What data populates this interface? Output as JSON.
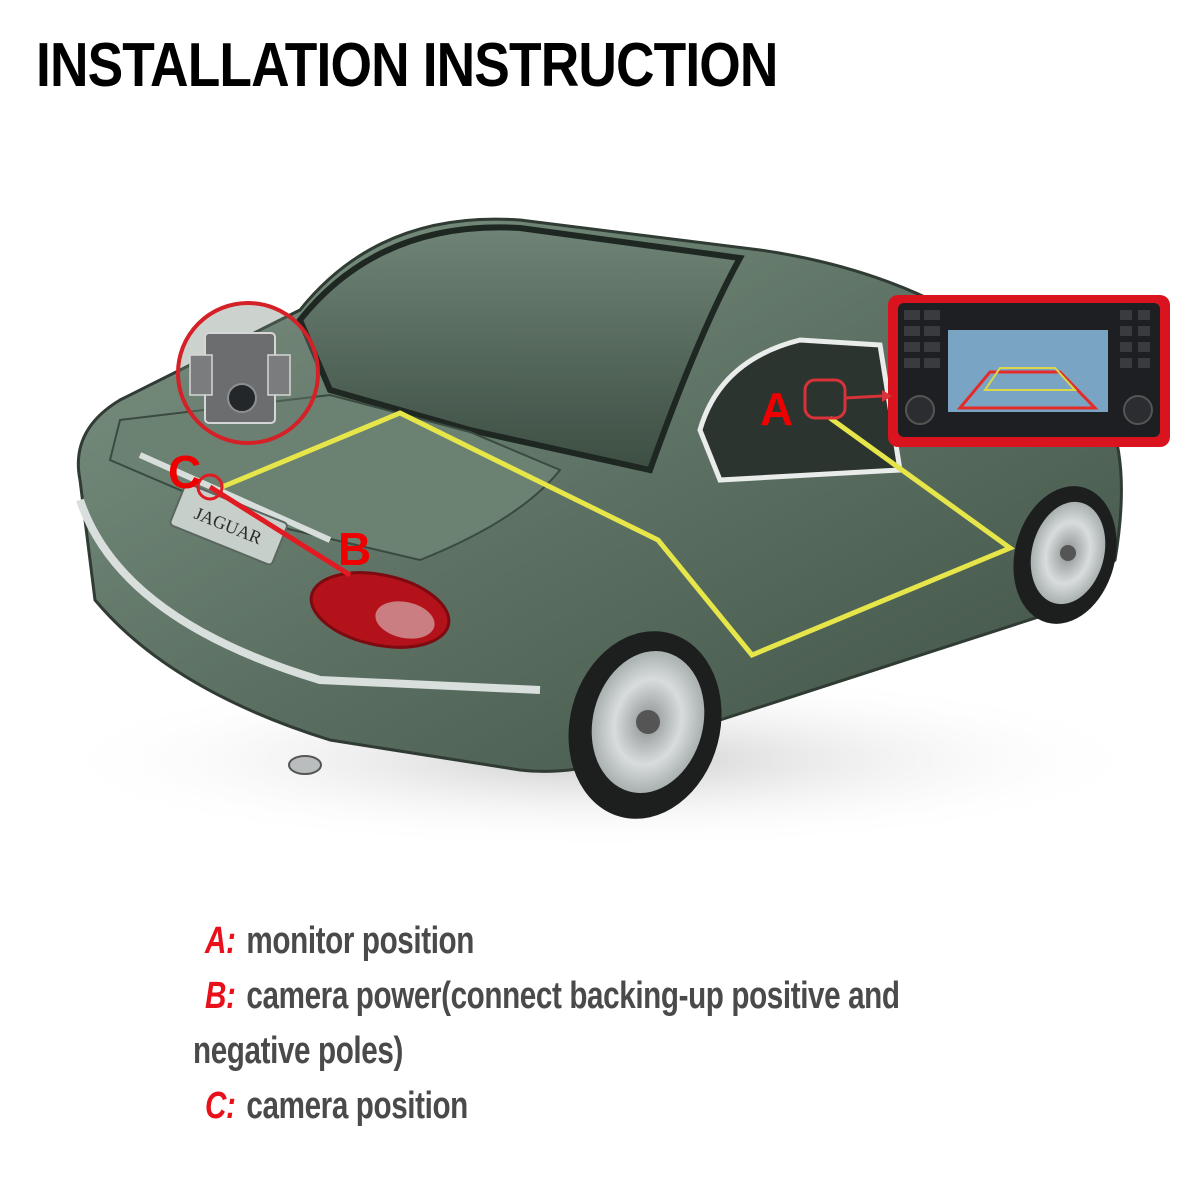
{
  "title": "INSTALLATION INSTRUCTION",
  "diagram": {
    "subject": "sedan car cutaway (rear three-quarter view)",
    "badge_text": "JAGUAR",
    "callouts": [
      {
        "key": "A",
        "label": "A",
        "target": "monitor connector inside dashboard"
      },
      {
        "key": "B",
        "label": "B",
        "target": "rear tail light (reverse light power)"
      },
      {
        "key": "C",
        "label": "C",
        "target": "camera on trunk lid above licence plate"
      }
    ],
    "colors": {
      "callout_red": "#ee0000",
      "wire_yellow": "#e6e64a",
      "car_body": "#5f7465",
      "monitor_frame": "#d9141e"
    }
  },
  "legend": {
    "items": [
      {
        "key": "A:",
        "text": "monitor position"
      },
      {
        "key": "B:",
        "text": "camera power(connect backing-up positive and",
        "continuation": "negative poles)"
      },
      {
        "key": "C:",
        "text": "camera position"
      }
    ]
  }
}
